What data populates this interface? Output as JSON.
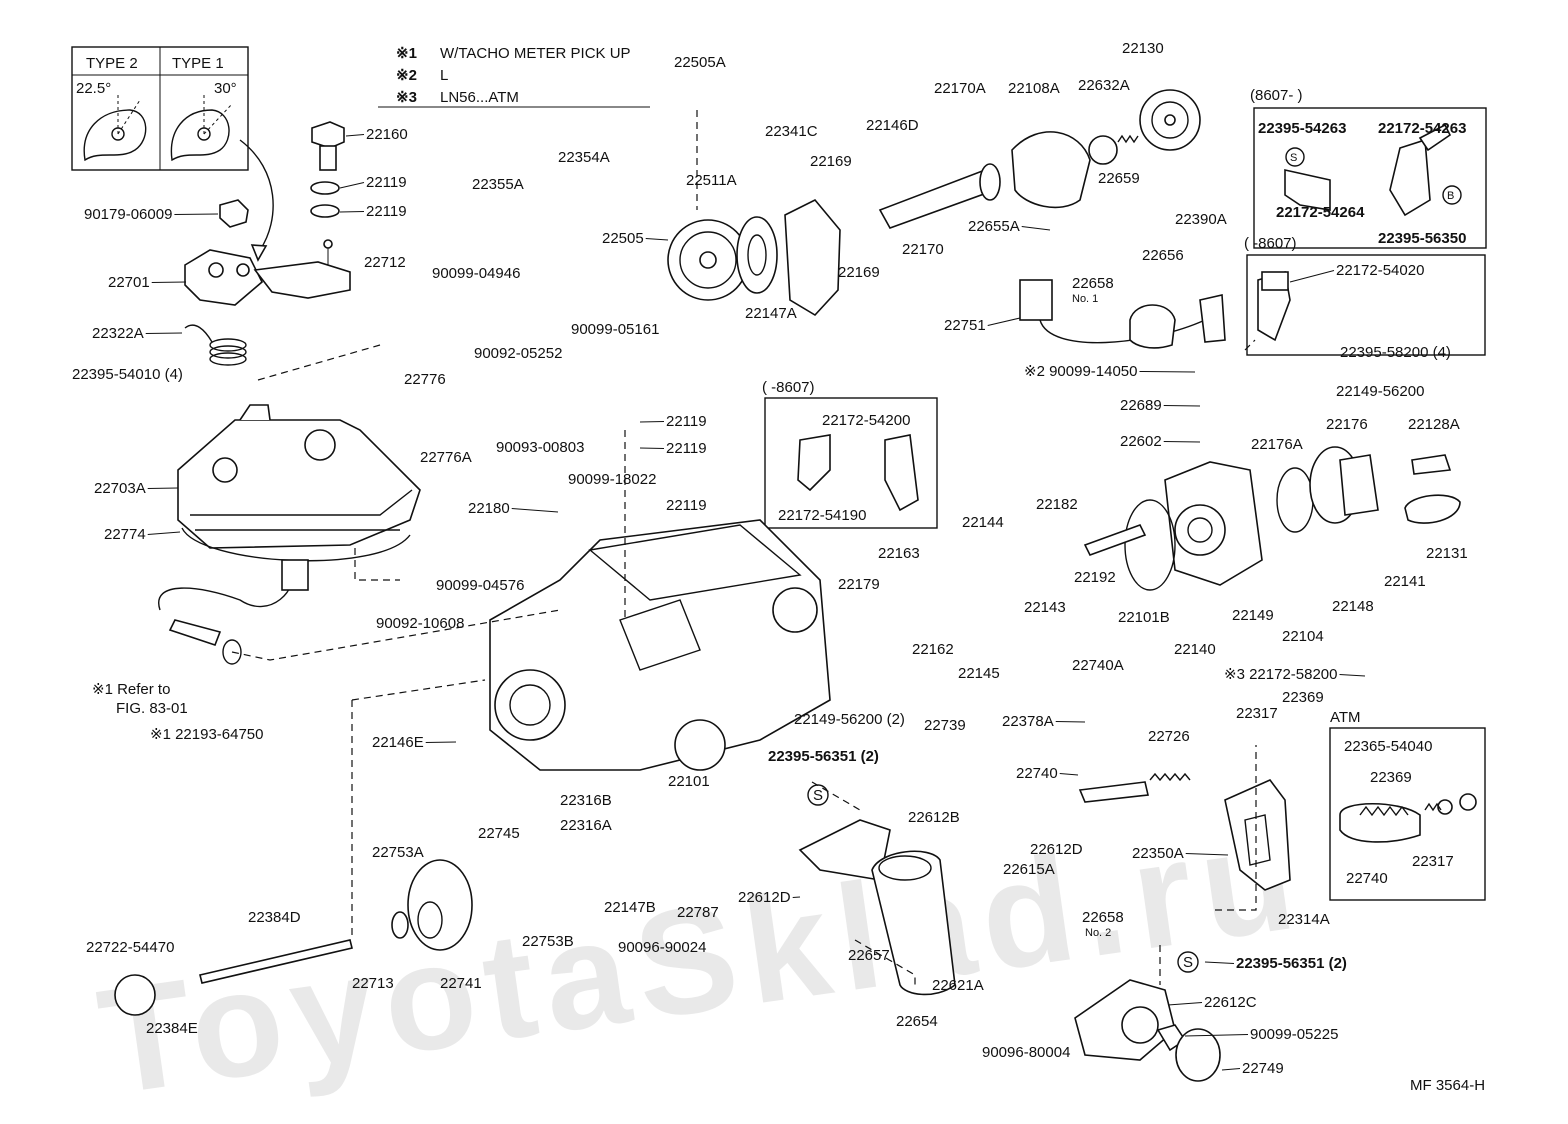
{
  "watermark": "ToyotaSklad.ru",
  "ref_code": "MF 3564-H",
  "legend": [
    {
      "mark": "※1",
      "text": "W/TACHO METER PICK UP"
    },
    {
      "mark": "※2",
      "text": "L"
    },
    {
      "mark": "※3",
      "text": "LN56...ATM"
    }
  ],
  "type_box": {
    "type2": "TYPE 2",
    "type1": "TYPE 1",
    "angle2": "22.5°",
    "angle1": "30°"
  },
  "inset_8607_top": {
    "title": "(8607-        )",
    "s_mark": "S",
    "b_mark": "B"
  },
  "inset_8607_mid": {
    "title": "(        -8607)"
  },
  "inset_8607_center": {
    "title": "(        -8607)"
  },
  "atm_box": {
    "title": "ATM"
  },
  "refer_note": {
    "line1": "※1 Refer to",
    "line2": "FIG. 83-01"
  },
  "s_mark": "S",
  "labels": [
    {
      "id": "22505A",
      "text": "22505A"
    },
    {
      "id": "22130",
      "text": "22130"
    },
    {
      "id": "22170A",
      "text": "22170A"
    },
    {
      "id": "22108A",
      "text": "22108A"
    },
    {
      "id": "22632A",
      "text": "22632A"
    },
    {
      "id": "22160",
      "text": "22160"
    },
    {
      "id": "22119a",
      "text": "22119"
    },
    {
      "id": "22119b",
      "text": "22119"
    },
    {
      "id": "90179-06009",
      "text": "90179-06009"
    },
    {
      "id": "22354A",
      "text": "22354A"
    },
    {
      "id": "22355A",
      "text": "22355A"
    },
    {
      "id": "22341C",
      "text": "22341C"
    },
    {
      "id": "22146D",
      "text": "22146D"
    },
    {
      "id": "22511A",
      "text": "22511A"
    },
    {
      "id": "22169a",
      "text": "22169"
    },
    {
      "id": "22659",
      "text": "22659"
    },
    {
      "id": "22505",
      "text": "22505"
    },
    {
      "id": "22170",
      "text": "22170"
    },
    {
      "id": "22169b",
      "text": "22169"
    },
    {
      "id": "22655A",
      "text": "22655A"
    },
    {
      "id": "22656",
      "text": "22656"
    },
    {
      "id": "22390A",
      "text": "22390A"
    },
    {
      "id": "22701",
      "text": "22701"
    },
    {
      "id": "22712",
      "text": "22712"
    },
    {
      "id": "90099-04946",
      "text": "90099-04946"
    },
    {
      "id": "22147A",
      "text": "22147A"
    },
    {
      "id": "22658a",
      "text": "22658"
    },
    {
      "id": "22751",
      "text": "22751"
    },
    {
      "id": "22322A",
      "text": "22322A"
    },
    {
      "id": "90099-05161",
      "text": "90099-05161"
    },
    {
      "id": "90092-05252",
      "text": "90092-05252"
    },
    {
      "id": "22395-54010",
      "text": "22395-54010 (4)"
    },
    {
      "id": "22776",
      "text": "22776"
    },
    {
      "id": "90099-14050",
      "text": "※2  90099-14050"
    },
    {
      "id": "22119c",
      "text": "22119"
    },
    {
      "id": "90093-00803",
      "text": "90093-00803"
    },
    {
      "id": "22776A",
      "text": "22776A"
    },
    {
      "id": "22119d",
      "text": "22119"
    },
    {
      "id": "90099-18022",
      "text": "90099-18022"
    },
    {
      "id": "22703A",
      "text": "22703A"
    },
    {
      "id": "22119e",
      "text": "22119"
    },
    {
      "id": "22180",
      "text": "22180"
    },
    {
      "id": "22774",
      "text": "22774"
    },
    {
      "id": "22689",
      "text": "22689"
    },
    {
      "id": "22602",
      "text": "22602"
    },
    {
      "id": "22172-54200",
      "text": "22172-54200"
    },
    {
      "id": "22172-54190",
      "text": "22172-54190"
    },
    {
      "id": "22149-56200a",
      "text": "22149-56200"
    },
    {
      "id": "22176",
      "text": "22176"
    },
    {
      "id": "22128A",
      "text": "22128A"
    },
    {
      "id": "22176A",
      "text": "22176A"
    },
    {
      "id": "22144",
      "text": "22144"
    },
    {
      "id": "22182",
      "text": "22182"
    },
    {
      "id": "22163",
      "text": "22163"
    },
    {
      "id": "22179",
      "text": "22179"
    },
    {
      "id": "22192",
      "text": "22192"
    },
    {
      "id": "22131",
      "text": "22131"
    },
    {
      "id": "22141",
      "text": "22141"
    },
    {
      "id": "22143",
      "text": "22143"
    },
    {
      "id": "22101B",
      "text": "22101B"
    },
    {
      "id": "22148",
      "text": "22148"
    },
    {
      "id": "22149",
      "text": "22149"
    },
    {
      "id": "90099-04576",
      "text": "90099-04576"
    },
    {
      "id": "22162",
      "text": "22162"
    },
    {
      "id": "22145",
      "text": "22145"
    },
    {
      "id": "22140",
      "text": "22140"
    },
    {
      "id": "22104",
      "text": "22104"
    },
    {
      "id": "90092-10608",
      "text": "90092-10608"
    },
    {
      "id": "22172-58200",
      "text": "※3  22172-58200"
    },
    {
      "id": "22740A",
      "text": "22740A"
    },
    {
      "id": "22369a",
      "text": "22369"
    },
    {
      "id": "22149-56200b",
      "text": "22149-56200 (2)"
    },
    {
      "id": "22739",
      "text": "22739"
    },
    {
      "id": "22378A",
      "text": "22378A"
    },
    {
      "id": "22317a",
      "text": "22317"
    },
    {
      "id": "22193-64750",
      "text": "※1  22193-64750"
    },
    {
      "id": "22146E",
      "text": "22146E"
    },
    {
      "id": "22726",
      "text": "22726"
    },
    {
      "id": "22365-54040",
      "text": "22365-54040"
    },
    {
      "id": "22395-56351a",
      "text": "22395-56351 (2)"
    },
    {
      "id": "22369b",
      "text": "22369"
    },
    {
      "id": "22740a",
      "text": "22740"
    },
    {
      "id": "22101",
      "text": "22101"
    },
    {
      "id": "22316B",
      "text": "22316B"
    },
    {
      "id": "22612B",
      "text": "22612B"
    },
    {
      "id": "22316A",
      "text": "22316A"
    },
    {
      "id": "22745",
      "text": "22745"
    },
    {
      "id": "22350A",
      "text": "22350A"
    },
    {
      "id": "22612D",
      "text": "22612D"
    },
    {
      "id": "22753A",
      "text": "22753A"
    },
    {
      "id": "22317b",
      "text": "22317"
    },
    {
      "id": "22740b",
      "text": "22740"
    },
    {
      "id": "22615A",
      "text": "22615A"
    },
    {
      "id": "22147B",
      "text": "22147B"
    },
    {
      "id": "22787",
      "text": "22787"
    },
    {
      "id": "22612Db",
      "text": "22612D"
    },
    {
      "id": "22384D",
      "text": "22384D"
    },
    {
      "id": "22753B",
      "text": "22753B"
    },
    {
      "id": "22314A",
      "text": "22314A"
    },
    {
      "id": "90096-90024",
      "text": "90096-90024"
    },
    {
      "id": "22658b",
      "text": "22658"
    },
    {
      "id": "22722-54470",
      "text": "22722-54470"
    },
    {
      "id": "22657",
      "text": "22657"
    },
    {
      "id": "22395-56351b",
      "text": "22395-56351 (2)"
    },
    {
      "id": "22713",
      "text": "22713"
    },
    {
      "id": "22741",
      "text": "22741"
    },
    {
      "id": "22621A",
      "text": "22621A"
    },
    {
      "id": "22384E",
      "text": "22384E"
    },
    {
      "id": "22654",
      "text": "22654"
    },
    {
      "id": "22612C",
      "text": "22612C"
    },
    {
      "id": "90099-05225",
      "text": "90099-05225"
    },
    {
      "id": "90096-80004",
      "text": "90096-80004"
    },
    {
      "id": "22749",
      "text": "22749"
    },
    {
      "id": "22395-54263",
      "text": "22395-54263"
    },
    {
      "id": "22172-54263",
      "text": "22172-54263"
    },
    {
      "id": "22172-54264",
      "text": "22172-54264"
    },
    {
      "id": "22395-56350",
      "text": "22395-56350"
    },
    {
      "id": "22172-54020",
      "text": "22172-54020"
    },
    {
      "id": "22395-58200",
      "text": "22395-58200 (4)"
    }
  ],
  "no_labels": {
    "no1": "No. 1",
    "no2": "No. 2"
  }
}
